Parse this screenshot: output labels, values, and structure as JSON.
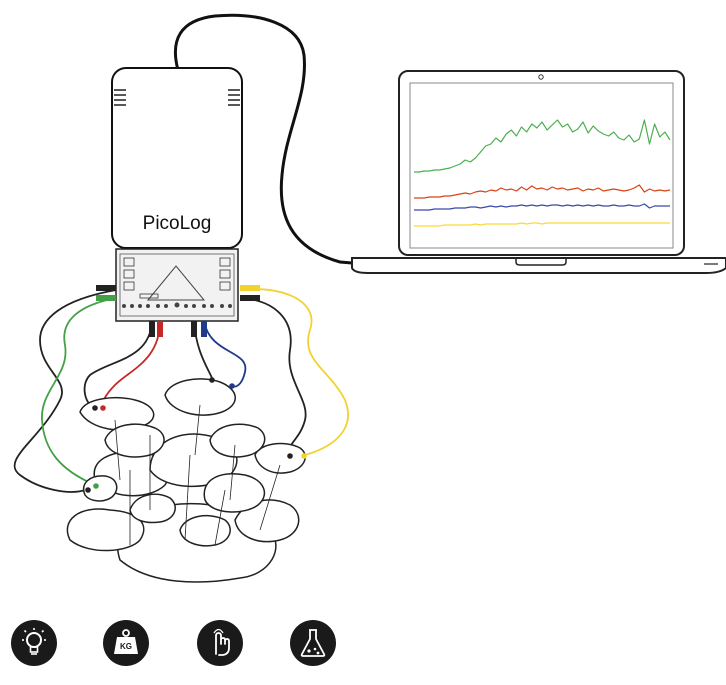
{
  "logger": {
    "label": "PicoLog"
  },
  "laptop": {
    "graph_series": [
      {
        "color": "#4caf50",
        "values": [
          10,
          10,
          11,
          11,
          12,
          12,
          13,
          14,
          16,
          18,
          22,
          20,
          24,
          30,
          36,
          38,
          44,
          40,
          48,
          52,
          46,
          55,
          50,
          58,
          54,
          60,
          52,
          57,
          62,
          55,
          58,
          50,
          53,
          60,
          49,
          56,
          51,
          48,
          46,
          50,
          44,
          42,
          47,
          40,
          43,
          62,
          38,
          58,
          45,
          50,
          42
        ]
      },
      {
        "color": "#d84315",
        "values": [
          2,
          2,
          2,
          3,
          3,
          3,
          4,
          4,
          5,
          6,
          7,
          6,
          8,
          9,
          8,
          10,
          9,
          12,
          10,
          11,
          9,
          13,
          10,
          14,
          11,
          12,
          10,
          13,
          11,
          12,
          10,
          11,
          12,
          9,
          11,
          10,
          12,
          9,
          10,
          11,
          10,
          9,
          10,
          12,
          15,
          8,
          11,
          9,
          10,
          9,
          10
        ]
      },
      {
        "color": "#3949ab",
        "values": [
          0,
          0,
          0,
          0,
          1,
          1,
          1,
          1,
          2,
          2,
          2,
          3,
          3,
          2,
          3,
          4,
          3,
          4,
          3,
          4,
          4,
          5,
          4,
          5,
          4,
          5,
          4,
          5,
          5,
          4,
          5,
          4,
          5,
          4,
          5,
          4,
          5,
          4,
          4,
          5,
          4,
          4,
          5,
          4,
          4,
          6,
          2,
          4,
          4,
          4,
          4
        ]
      },
      {
        "color": "#fdd835",
        "values": [
          -4,
          -4,
          -4,
          -4,
          -4,
          -4,
          -3,
          -3,
          -3,
          -3,
          -3,
          -3,
          -2,
          -3,
          -2,
          -2,
          -2,
          -2,
          -2,
          -2,
          -2,
          -1,
          -2,
          -1,
          -1,
          -2,
          -1,
          -1,
          -1,
          -1,
          -1,
          -1,
          -1,
          -1,
          -1,
          -1,
          -1,
          -1,
          -1,
          -1,
          -1,
          -1,
          -1,
          -1,
          -1,
          -1,
          -1,
          -1,
          -1,
          -1,
          -1
        ]
      }
    ]
  },
  "probes": {
    "colors": {
      "black": "#222222",
      "green": "#43a047",
      "red": "#c62828",
      "blue": "#1e3a8a",
      "yellow": "#f2d230"
    }
  },
  "icons": [
    {
      "name": "lightbulb-icon"
    },
    {
      "name": "weight-kg-icon",
      "label": "KG"
    },
    {
      "name": "touch-hand-icon"
    },
    {
      "name": "flask-icon"
    }
  ]
}
